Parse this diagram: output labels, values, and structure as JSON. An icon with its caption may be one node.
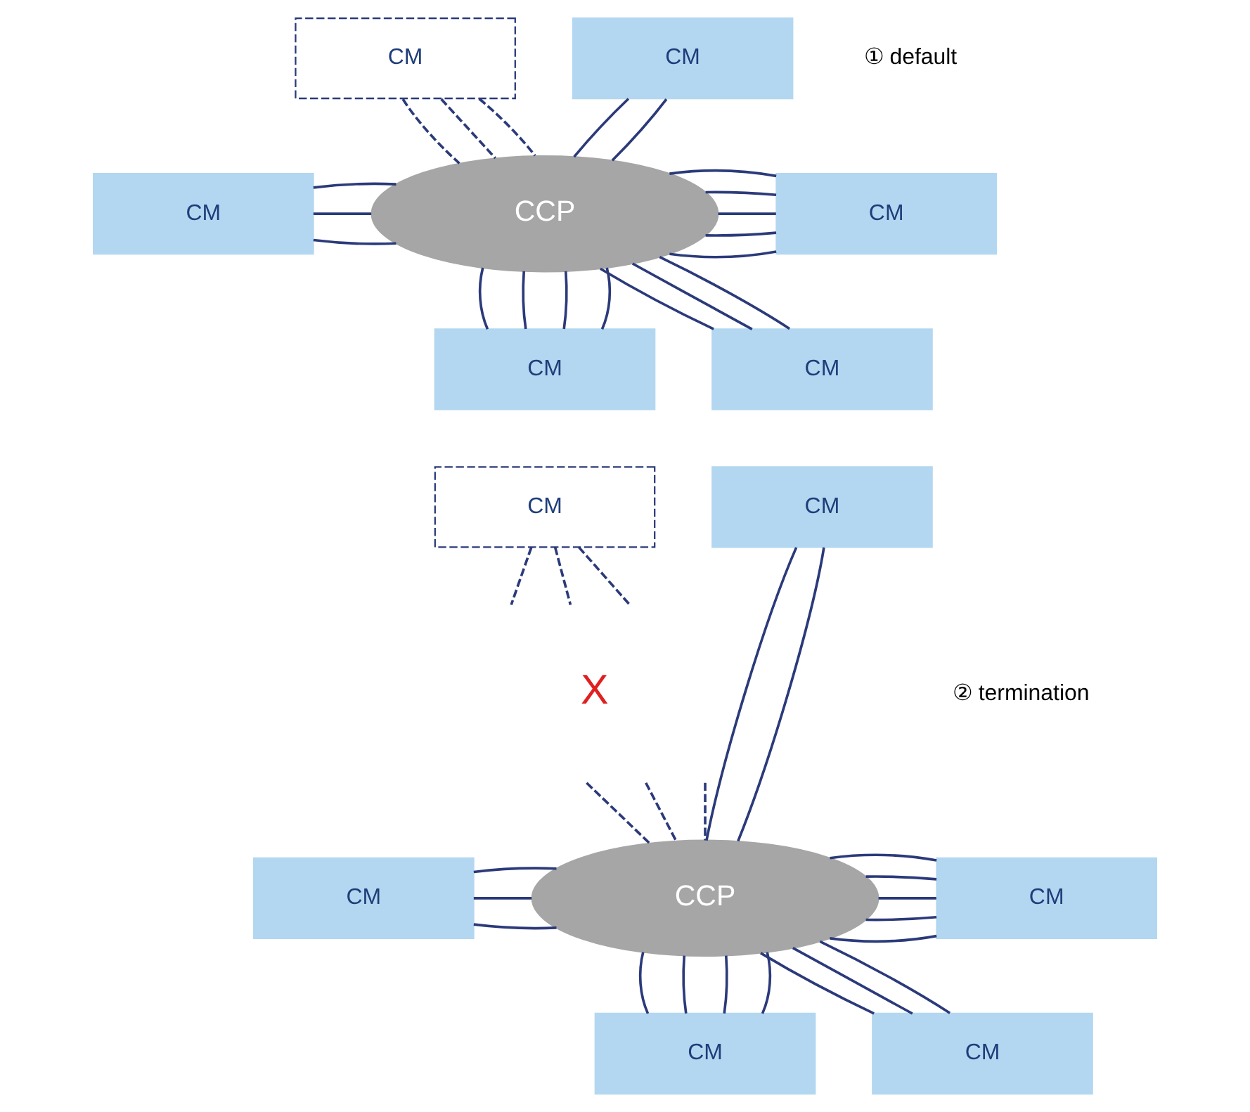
{
  "diagram": {
    "nodes": [
      {
        "text": [
          "CM"
        ]
      },
      {
        "text": [
          "CM"
        ]
      },
      {
        "text": [
          "CM"
        ]
      },
      {
        "text": [
          "CCP"
        ]
      },
      {
        "text": [
          "CM"
        ]
      },
      {
        "text": [
          "CM"
        ]
      },
      {
        "text": [
          "CM"
        ]
      },
      {
        "text": [
          "CM"
        ]
      },
      {
        "text": [
          "CM"
        ]
      },
      {
        "text": [
          "CM"
        ]
      },
      {
        "text": [
          "CCP"
        ]
      },
      {
        "text": [
          "CM"
        ]
      },
      {
        "text": [
          "CM"
        ]
      },
      {
        "text": [
          "CM"
        ]
      }
    ],
    "edges": [
      {
        "from": 0,
        "to": 3,
        "arrow": "none",
        "style": "dashed"
      },
      {
        "from": 0,
        "to": 3,
        "arrow": "none",
        "style": "dashed"
      },
      {
        "from": 0,
        "to": 3,
        "arrow": "none",
        "style": "dashed"
      },
      {
        "from": 1,
        "to": 3,
        "arrow": "none"
      },
      {
        "from": 1,
        "to": 3,
        "arrow": "none"
      },
      {
        "from": 2,
        "to": 3,
        "arrow": "none"
      },
      {
        "from": 2,
        "to": 3,
        "arrow": "none"
      },
      {
        "from": 2,
        "to": 3,
        "arrow": "none"
      },
      {
        "from": 3,
        "to": 4,
        "arrow": "none"
      },
      {
        "from": 3,
        "to": 4,
        "arrow": "none"
      },
      {
        "from": 3,
        "to": 4,
        "arrow": "none"
      },
      {
        "from": 3,
        "to": 4,
        "arrow": "none"
      },
      {
        "from": 3,
        "to": 4,
        "arrow": "none"
      },
      {
        "from": 3,
        "to": 5,
        "arrow": "none"
      },
      {
        "from": 3,
        "to": 5,
        "arrow": "none"
      },
      {
        "from": 3,
        "to": 5,
        "arrow": "none"
      },
      {
        "from": 3,
        "to": 5,
        "arrow": "none"
      },
      {
        "from": 3,
        "to": 6,
        "arrow": "none"
      },
      {
        "from": 3,
        "to": 6,
        "arrow": "none"
      },
      {
        "from": 3,
        "to": 6,
        "arrow": "none"
      },
      {
        "from": 7,
        "to": null,
        "arrow": "none",
        "style": "dashed"
      },
      {
        "from": 7,
        "to": null,
        "arrow": "none",
        "style": "dashed"
      },
      {
        "from": 7,
        "to": null,
        "arrow": "none",
        "style": "dashed"
      },
      {
        "from": null,
        "to": 10,
        "arrow": "none",
        "style": "dashed"
      },
      {
        "from": null,
        "to": 10,
        "arrow": "none",
        "style": "dashed"
      },
      {
        "from": null,
        "to": 10,
        "arrow": "none",
        "style": "dashed"
      },
      {
        "from": 8,
        "to": 10,
        "arrow": "none"
      },
      {
        "from": 8,
        "to": 10,
        "arrow": "none"
      },
      {
        "from": 9,
        "to": 10,
        "arrow": "none"
      },
      {
        "from": 9,
        "to": 10,
        "arrow": "none"
      },
      {
        "from": 9,
        "to": 10,
        "arrow": "none"
      },
      {
        "from": 10,
        "to": 11,
        "arrow": "none"
      },
      {
        "from": 10,
        "to": 11,
        "arrow": "none"
      },
      {
        "from": 10,
        "to": 11,
        "arrow": "none"
      },
      {
        "from": 10,
        "to": 11,
        "arrow": "none"
      },
      {
        "from": 10,
        "to": 11,
        "arrow": "none"
      },
      {
        "from": 10,
        "to": 12,
        "arrow": "none"
      },
      {
        "from": 10,
        "to": 12,
        "arrow": "none"
      },
      {
        "from": 10,
        "to": 12,
        "arrow": "none"
      },
      {
        "from": 10,
        "to": 12,
        "arrow": "none"
      },
      {
        "from": 10,
        "to": 13,
        "arrow": "none"
      },
      {
        "from": 10,
        "to": 13,
        "arrow": "none"
      },
      {
        "from": 10,
        "to": 13,
        "arrow": "none"
      }
    ],
    "labels": [
      "① default",
      "② termination",
      "X"
    ]
  }
}
